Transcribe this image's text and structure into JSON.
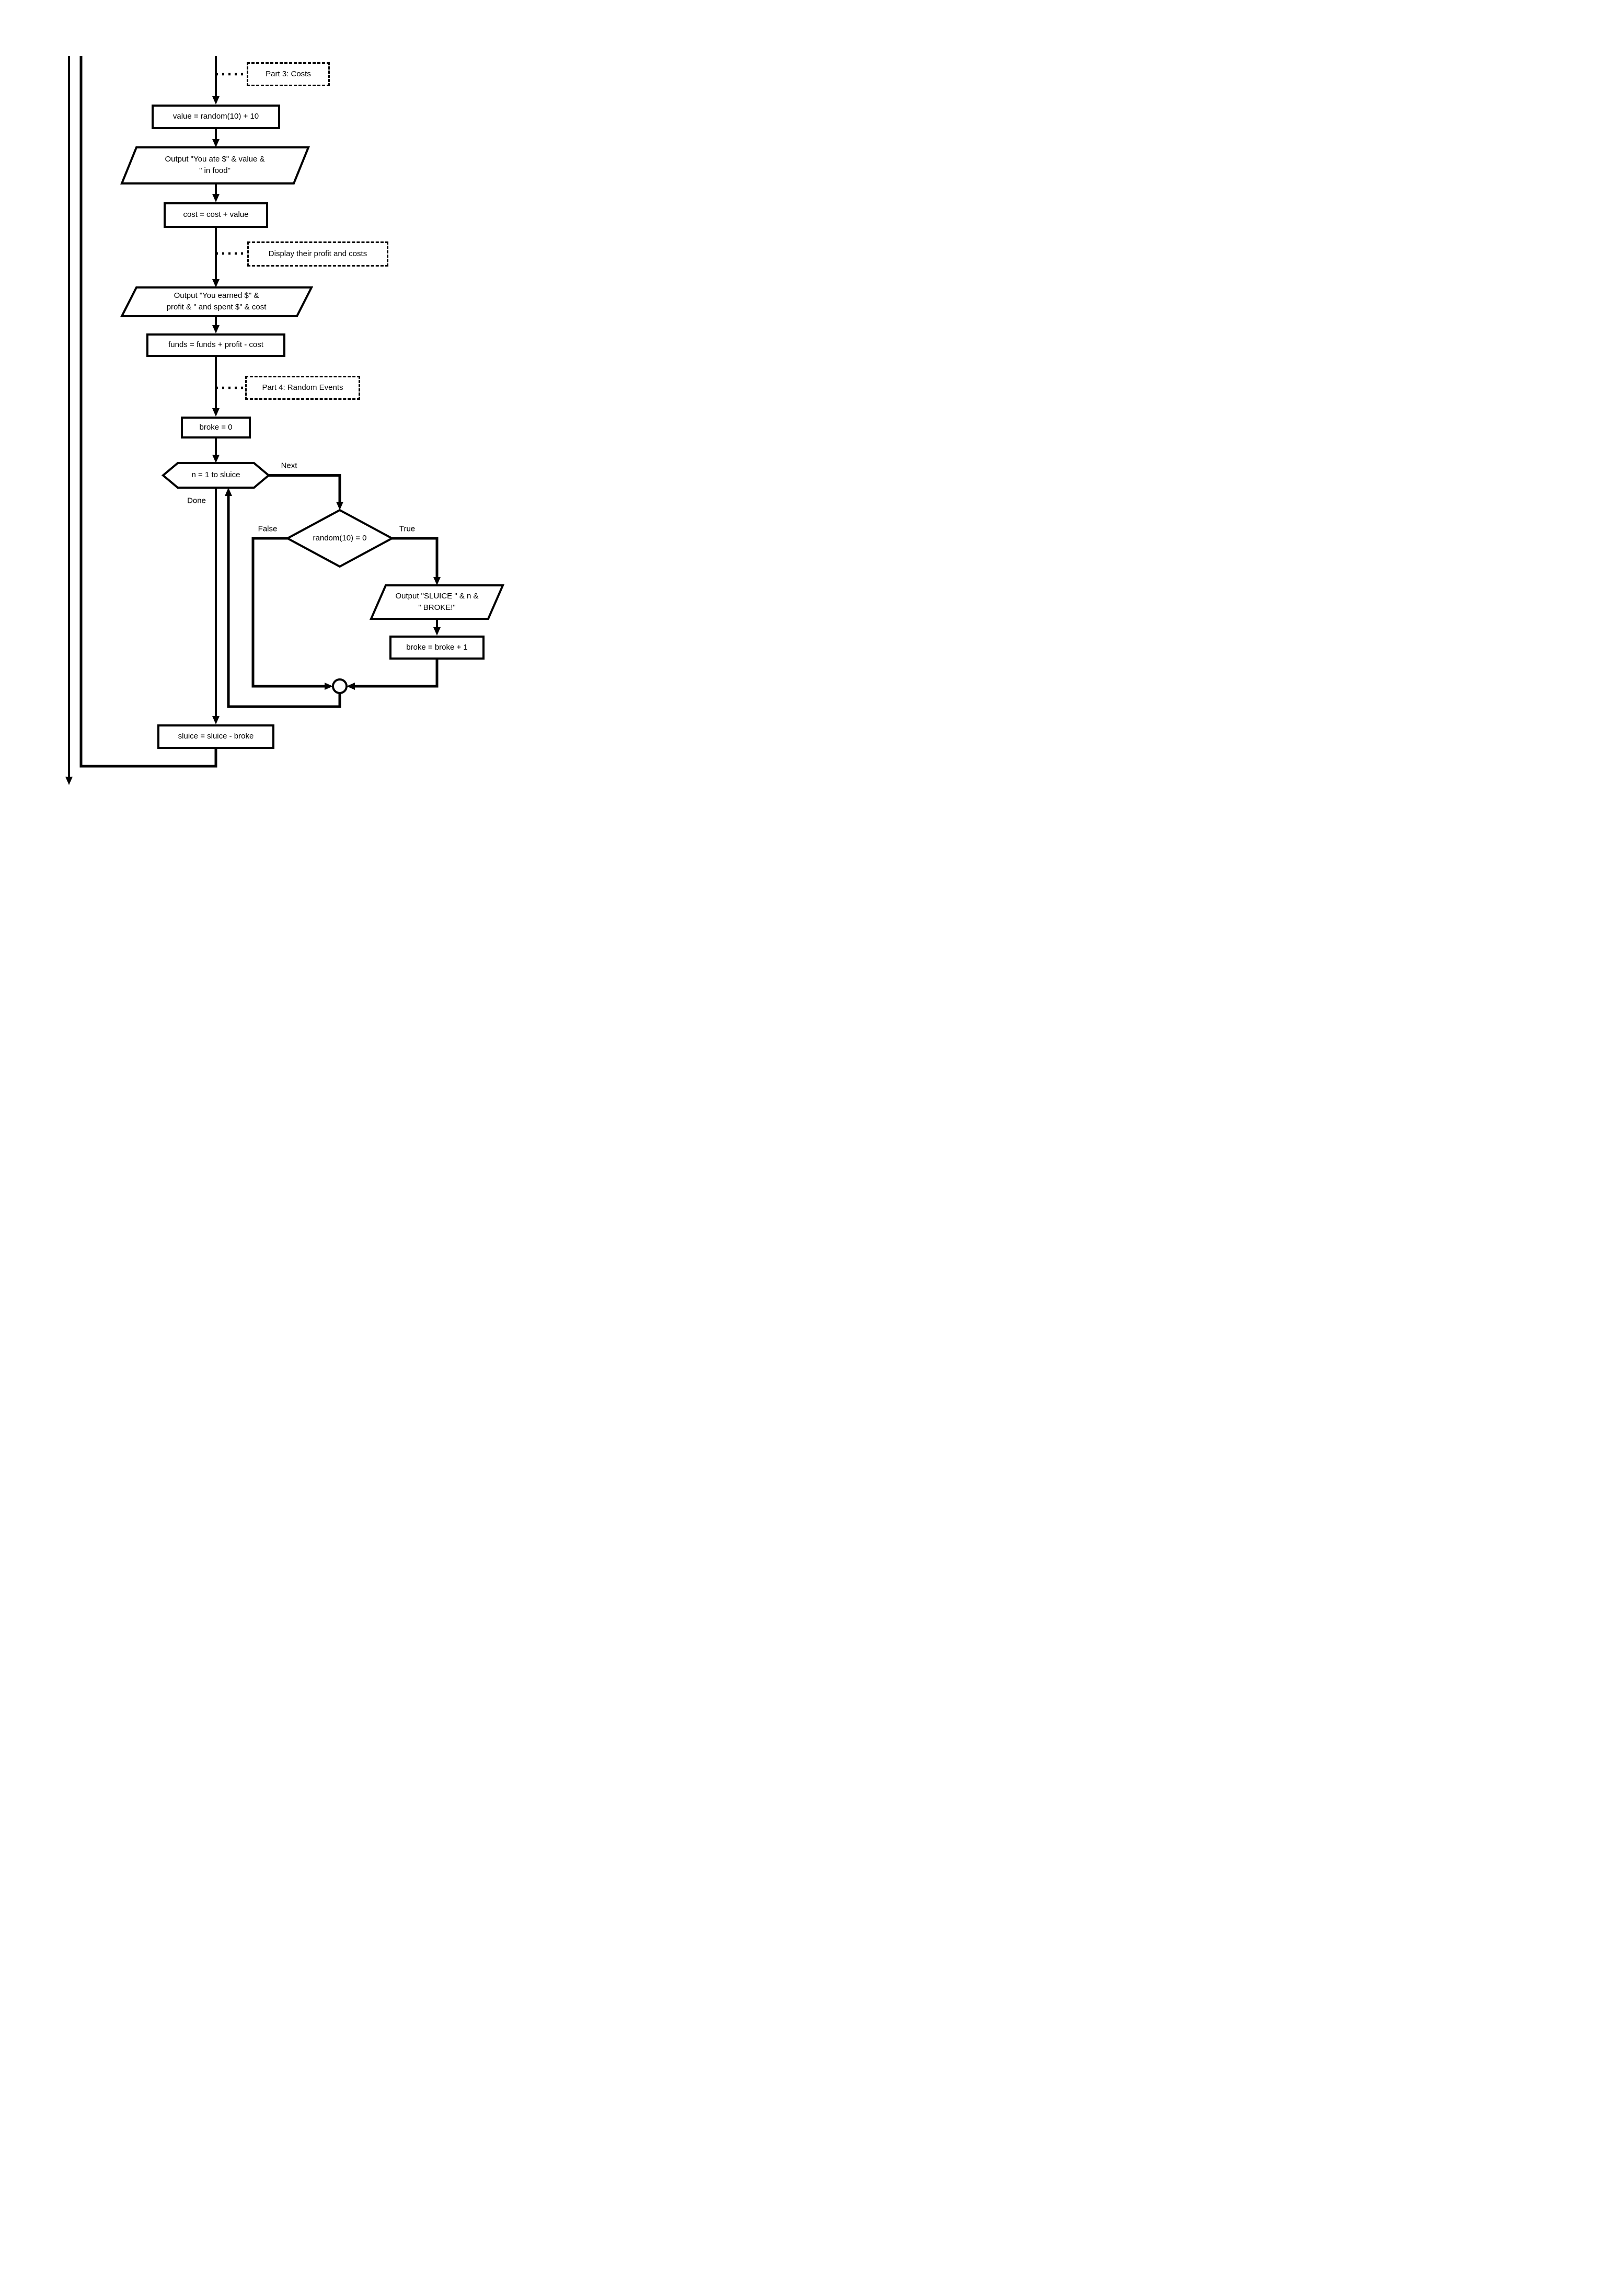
{
  "page": {
    "background": "#ffffff",
    "stroke_color": "#000000",
    "text_color": "#000000"
  },
  "nodes": {
    "comment_part3": "Part 3: Costs",
    "process_value": "value = random(10) + 10",
    "output_food_line1": "Output \"You ate $\" & value &",
    "output_food_line2": "\" in food\"",
    "process_cost": "cost = cost + value",
    "comment_display": "Display their profit and costs",
    "output_earned_line1": "Output \"You earned $\" &",
    "output_earned_line2": "profit & \" and spent $\" & cost",
    "process_funds": "funds = funds + profit - cost",
    "comment_part4": "Part 4: Random Events",
    "process_broke_zero": "broke = 0",
    "loop_for": "n = 1 to sluice",
    "decision_random": "random(10) = 0",
    "output_sluice_line1": "Output \"SLUICE \" & n &",
    "output_sluice_line2": "\" BROKE!\"",
    "process_broke_inc": "broke = broke + 1",
    "process_sluice_update": "sluice = sluice - broke"
  },
  "edge_labels": {
    "loop_next": "Next",
    "loop_done": "Done",
    "decision_false": "False",
    "decision_true": "True"
  }
}
